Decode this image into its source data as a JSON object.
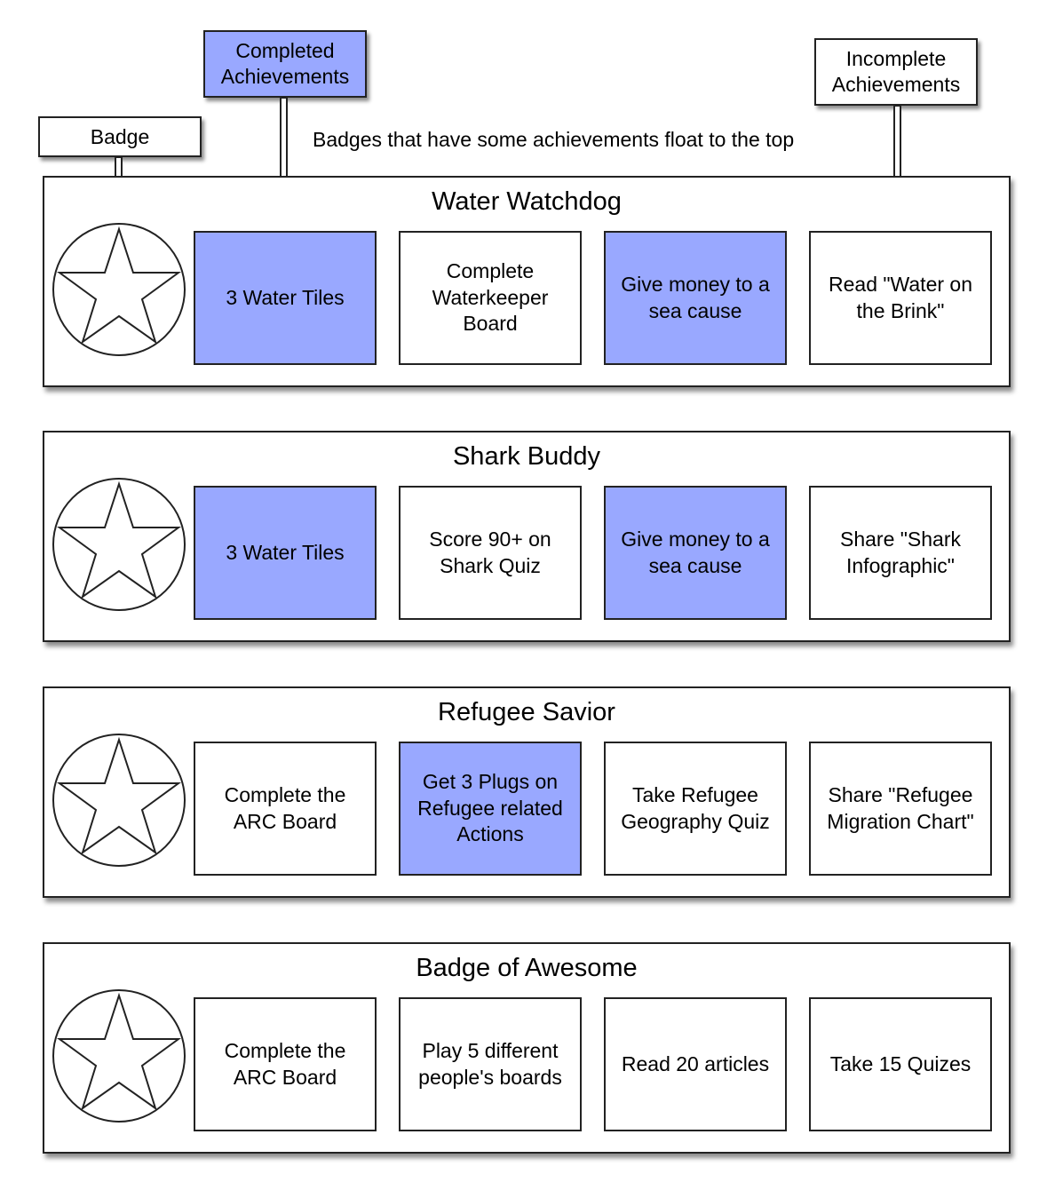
{
  "colors": {
    "completed": "#99a8ff",
    "incomplete": "#ffffff",
    "border": "#222222"
  },
  "callouts": {
    "badge": "Badge",
    "completed": "Completed\nAchievements",
    "incomplete": "Incomplete\nAchievements"
  },
  "note": "Badges that have some achievements float to the top",
  "badges": [
    {
      "title": "Water Watchdog",
      "icon": "star-icon",
      "achievements": [
        {
          "label": "3 Water Tiles",
          "completed": true
        },
        {
          "label": "Complete\nWaterkeeper\nBoard",
          "completed": false
        },
        {
          "label": "Give money to a\nsea cause",
          "completed": true
        },
        {
          "label": "Read \"Water on\nthe Brink\"",
          "completed": false
        }
      ]
    },
    {
      "title": "Shark Buddy",
      "icon": "star-icon",
      "achievements": [
        {
          "label": "3 Water Tiles",
          "completed": true
        },
        {
          "label": "Score 90+ on\nShark Quiz",
          "completed": false
        },
        {
          "label": "Give money to a\nsea cause",
          "completed": true
        },
        {
          "label": "Share \"Shark\nInfographic\"",
          "completed": false
        }
      ]
    },
    {
      "title": "Refugee Savior",
      "icon": "star-icon",
      "achievements": [
        {
          "label": "Complete the\nARC Board",
          "completed": false
        },
        {
          "label": "Get 3 Plugs on\nRefugee related\nActions",
          "completed": true
        },
        {
          "label": "Take Refugee\nGeography Quiz",
          "completed": false
        },
        {
          "label": "Share \"Refugee\nMigration Chart\"",
          "completed": false
        }
      ]
    },
    {
      "title": "Badge of Awesome",
      "icon": "star-icon",
      "achievements": [
        {
          "label": "Complete the\nARC Board",
          "completed": false
        },
        {
          "label": "Play 5 different\npeople's boards",
          "completed": false
        },
        {
          "label": "Read 20 articles",
          "completed": false
        },
        {
          "label": "Take 15 Quizes",
          "completed": false
        }
      ]
    }
  ]
}
